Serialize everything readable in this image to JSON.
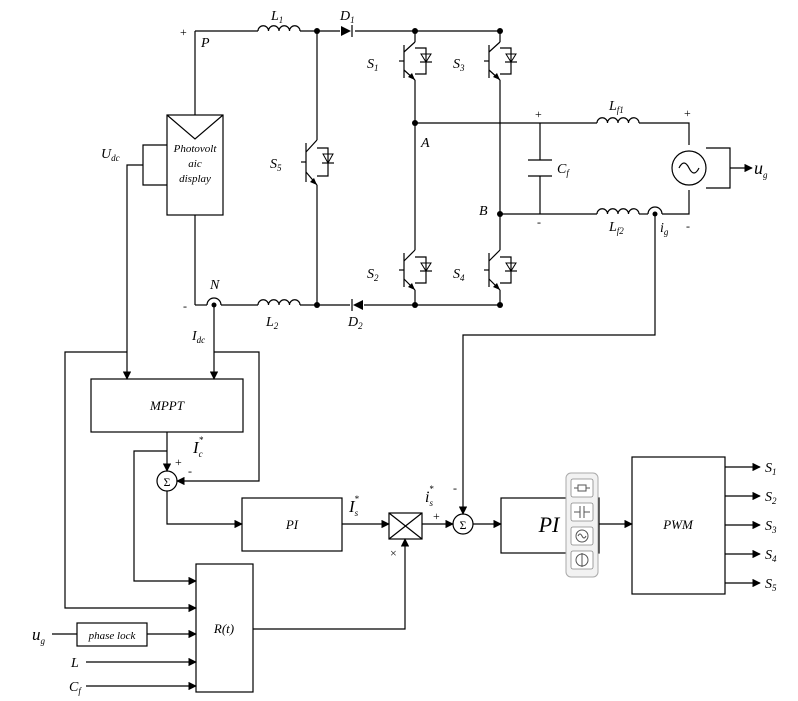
{
  "components": {
    "L1": {
      "main": "L",
      "sub": "1"
    },
    "L2": {
      "main": "L",
      "sub": "2"
    },
    "D1": {
      "main": "D",
      "sub": "1"
    },
    "D2": {
      "main": "D",
      "sub": "2"
    },
    "S1": {
      "main": "S",
      "sub": "1"
    },
    "S2": {
      "main": "S",
      "sub": "2"
    },
    "S3": {
      "main": "S",
      "sub": "3"
    },
    "S4": {
      "main": "S",
      "sub": "4"
    },
    "S5": {
      "main": "S",
      "sub": "5"
    },
    "Lf1": {
      "main": "L",
      "sub": "f1"
    },
    "Lf2": {
      "main": "L",
      "sub": "f2"
    },
    "Cf": {
      "main": "C",
      "sub": "f"
    },
    "Udc": {
      "main": "U",
      "sub": "dc"
    },
    "Idc": {
      "main": "I",
      "sub": "dc"
    },
    "ig": {
      "main": "i",
      "sub": "g"
    },
    "ug_out": {
      "main": "u",
      "sub": "g"
    }
  },
  "nodes": {
    "P": "P",
    "N": "N",
    "A": "A",
    "B": "B"
  },
  "pv_panel": {
    "line1": "Photovolt",
    "line2": "aic",
    "line3": "display"
  },
  "signs": {
    "plus": "+",
    "minus": "-",
    "times": "×"
  },
  "blocks": {
    "mppt": "MPPT",
    "pi1": "PI",
    "pi2": "PI",
    "pwm": "PWM",
    "rt": "R(t)",
    "phase_lock": "phase lock"
  },
  "signals": {
    "ic_star": {
      "main": "I",
      "sub": "c",
      "sup": "*"
    },
    "Is_star": {
      "main": "I",
      "sub": "s",
      "sup": "*"
    },
    "is_star": {
      "main": "i",
      "sub": "s",
      "sup": "*"
    },
    "ug_in": {
      "main": "u",
      "sub": "g"
    },
    "L_in": {
      "main": "L",
      "sub": ""
    },
    "Cf_in": {
      "main": "C",
      "sub": "f"
    },
    "sum_symbol": "Σ"
  },
  "pwm_outputs": [
    {
      "main": "S",
      "sub": "1"
    },
    {
      "main": "S",
      "sub": "2"
    },
    {
      "main": "S",
      "sub": "3"
    },
    {
      "main": "S",
      "sub": "4"
    },
    {
      "main": "S",
      "sub": "5"
    }
  ]
}
